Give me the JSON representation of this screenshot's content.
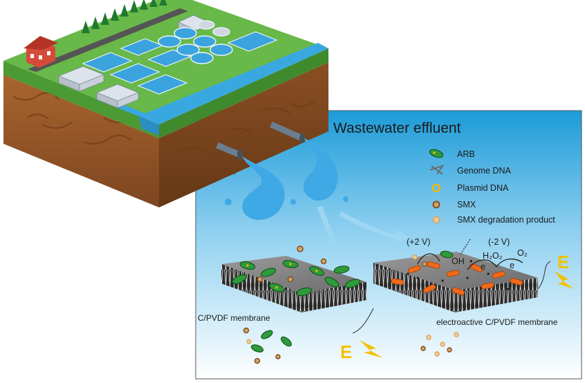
{
  "title": "Wastewater effluent",
  "legend": [
    {
      "label": "ARB",
      "icon": "arb-bacterium-icon"
    },
    {
      "label": "Genome DNA",
      "icon": "genome-dna-icon"
    },
    {
      "label": "Plasmid DNA",
      "icon": "plasmid-dna-icon"
    },
    {
      "label": "SMX",
      "icon": "smx-particle-icon"
    },
    {
      "label": "SMX degradation product",
      "icon": "smx-product-icon"
    }
  ],
  "reaction": {
    "anode_voltage": "(+2 V)",
    "cathode_voltage": "(-2 V)",
    "hydroxyl": "OH",
    "peroxide": "H₂O₂",
    "oxygen": "O₂",
    "electron_left": "e",
    "electron_right": "e"
  },
  "membranes": {
    "left": "C/PVDF membrane",
    "right": "electroactive C/PVDF membrane"
  },
  "potential_symbol": "E",
  "colors": {
    "panel_top": "#1ea0dc",
    "panel_bottom": "#ffffff",
    "grass": "#5fae45",
    "soil": "#9a5a2c",
    "water": "#3aa8e0",
    "arb_green": "#2e9a3a",
    "orange_bacteria": "#f06a1a",
    "lightning": "#f2c200"
  }
}
